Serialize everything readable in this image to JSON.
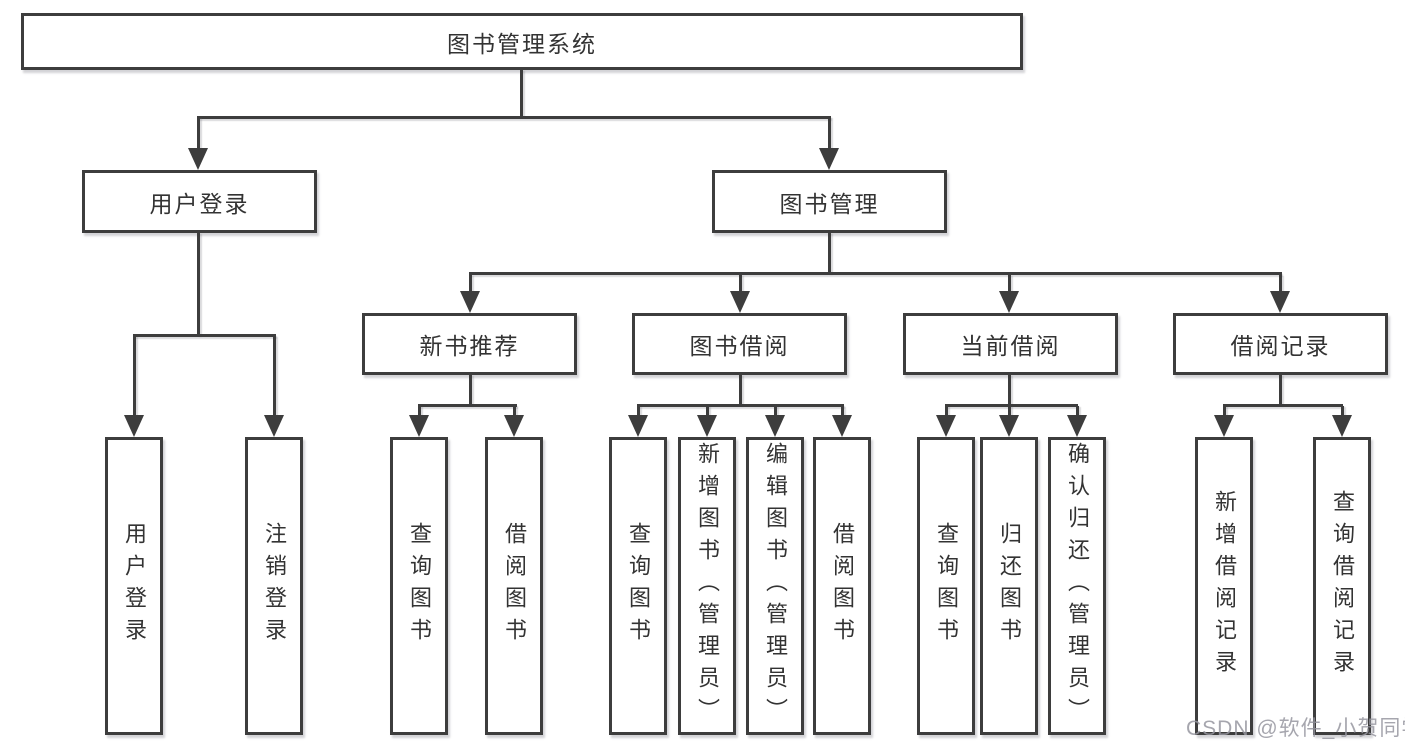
{
  "diagram": {
    "type": "tree",
    "tree": {
      "label": "图书管理系统",
      "children": [
        {
          "label": "用户登录",
          "children": [
            {
              "label": "用户登录"
            },
            {
              "label": "注销登录"
            }
          ]
        },
        {
          "label": "图书管理",
          "children": [
            {
              "label": "新书推荐",
              "children": [
                {
                  "label": "查询图书"
                },
                {
                  "label": "借阅图书"
                }
              ]
            },
            {
              "label": "图书借阅",
              "children": [
                {
                  "label": "查询图书"
                },
                {
                  "label": "新增图书（管理员）"
                },
                {
                  "label": "编辑图书（管理员）"
                },
                {
                  "label": "借阅图书"
                }
              ]
            },
            {
              "label": "当前借阅",
              "children": [
                {
                  "label": "查询图书"
                },
                {
                  "label": "归还图书"
                },
                {
                  "label": "确认归还（管理员）"
                }
              ]
            },
            {
              "label": "借阅记录",
              "children": [
                {
                  "label": "新增借阅记录"
                },
                {
                  "label": "查询借阅记录"
                }
              ]
            }
          ]
        }
      ]
    },
    "colors": {
      "line": "#3d3d3d",
      "text": "#333333",
      "background": "#ffffff",
      "watermark": "#9696a0"
    }
  },
  "watermark": {
    "text": "CSDN @软件_小贺同学"
  }
}
